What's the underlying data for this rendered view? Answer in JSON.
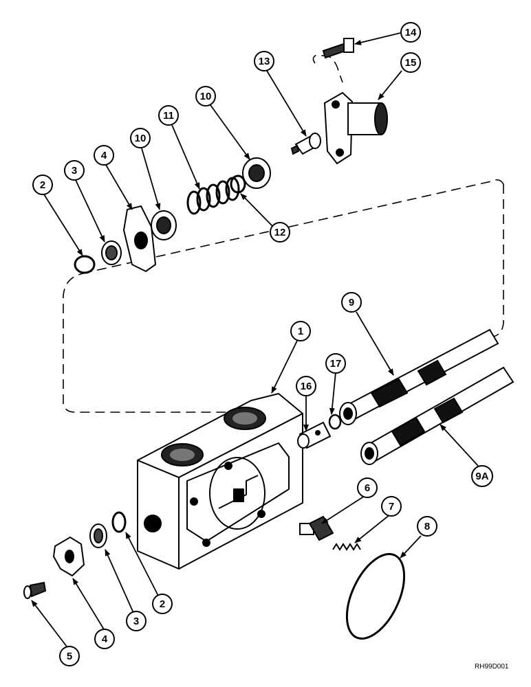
{
  "figure": {
    "reference_code": "RH99D001",
    "callouts": [
      {
        "id": "c1",
        "label": "1"
      },
      {
        "id": "c2a",
        "label": "2"
      },
      {
        "id": "c2b",
        "label": "2"
      },
      {
        "id": "c3a",
        "label": "3"
      },
      {
        "id": "c3b",
        "label": "3"
      },
      {
        "id": "c4a",
        "label": "4"
      },
      {
        "id": "c4b",
        "label": "4"
      },
      {
        "id": "c5",
        "label": "5"
      },
      {
        "id": "c6",
        "label": "6"
      },
      {
        "id": "c7",
        "label": "7"
      },
      {
        "id": "c8",
        "label": "8"
      },
      {
        "id": "c9",
        "label": "9"
      },
      {
        "id": "c9a",
        "label": "9A"
      },
      {
        "id": "c10a",
        "label": "10"
      },
      {
        "id": "c10b",
        "label": "10"
      },
      {
        "id": "c11",
        "label": "11"
      },
      {
        "id": "c12",
        "label": "12"
      },
      {
        "id": "c13",
        "label": "13"
      },
      {
        "id": "c14",
        "label": "14"
      },
      {
        "id": "c15",
        "label": "15"
      },
      {
        "id": "c16",
        "label": "16"
      },
      {
        "id": "c17",
        "label": "17"
      }
    ]
  }
}
